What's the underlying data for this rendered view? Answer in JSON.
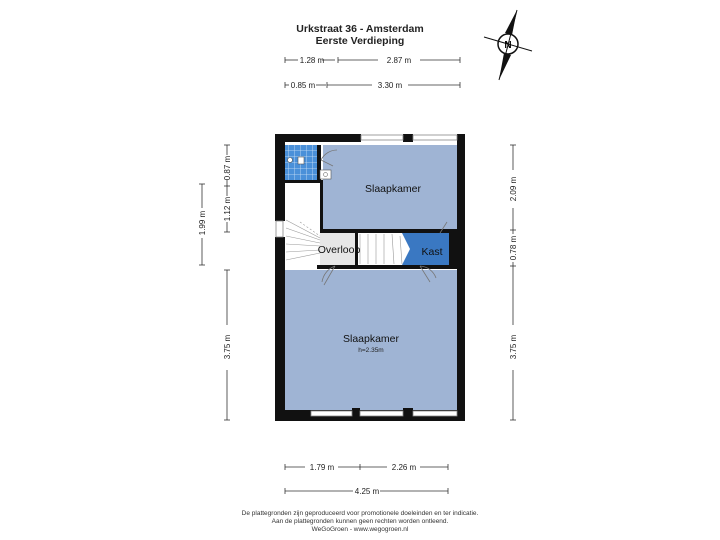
{
  "header": {
    "title": "Urkstraat 36 - Amsterdam",
    "subtitle": "Eerste Verdieping"
  },
  "compass": {
    "label": "N"
  },
  "rooms": {
    "bedroom_top": "Slaapkamer",
    "landing": "Overloop",
    "closet": "Kast",
    "bedroom_bottom": "Slaapkamer",
    "bedroom_bottom_height": "h=2.35m"
  },
  "dimensions": {
    "top_1": "1.28 m",
    "top_2": "2.87 m",
    "top_3": "0.85 m",
    "top_4": "3.30 m",
    "left_1": "0.87 m",
    "left_2": "1.12 m",
    "left_3": "1.99 m",
    "left_4": "3.75 m",
    "right_1": "2.09 m",
    "right_2": "0.78 m",
    "right_3": "3.75 m",
    "bottom_1": "1.79 m",
    "bottom_2": "2.26 m",
    "bottom_3": "4.25 m"
  },
  "colors": {
    "room_blue": "#9fb4d4",
    "closet_blue": "#3a78c2",
    "bath_tile": "#4a90d9",
    "wall": "#111111",
    "landing_grey": "#e6e6e6"
  },
  "footer": {
    "line1": "De plattegronden zijn geproduceerd voor promotionele doeleinden en ter indicatie.",
    "line2": "Aan de plattegronden kunnen geen rechten worden ontleend.",
    "line3": "WeGoGroen -  www.wegogroen.nl"
  }
}
